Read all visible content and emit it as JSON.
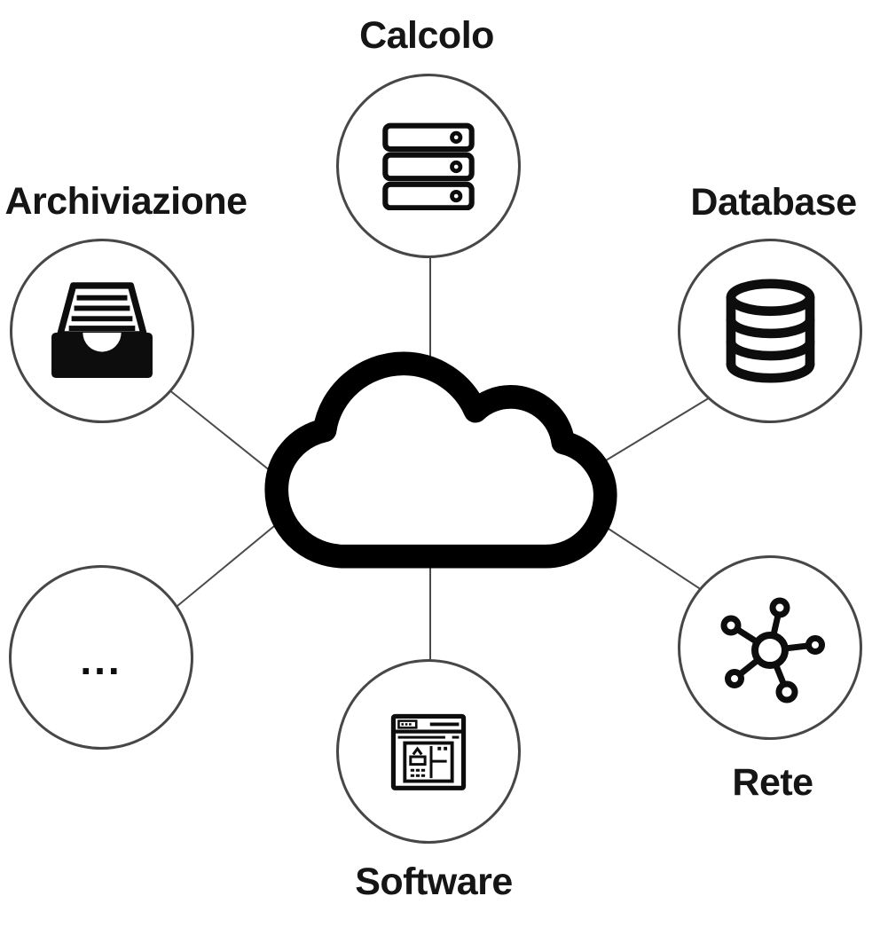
{
  "diagram": {
    "center": {
      "name": "cloud",
      "icon": "cloud-icon"
    },
    "nodes": [
      {
        "id": "calcolo",
        "label": "Calcolo",
        "icon": "server-icon"
      },
      {
        "id": "archiviazione",
        "label": "Archiviazione",
        "icon": "archive-icon"
      },
      {
        "id": "database",
        "label": "Database",
        "icon": "database-icon"
      },
      {
        "id": "rete",
        "label": "Rete",
        "icon": "network-icon"
      },
      {
        "id": "software",
        "label": "Software",
        "icon": "browser-icon"
      },
      {
        "id": "altro",
        "label": "...",
        "icon": "ellipsis-icon"
      }
    ],
    "colors": {
      "circle_stroke": "#474747",
      "connector": "#4a4a4a",
      "icon": "#0d0d0d",
      "text": "#151515",
      "background": "#ffffff"
    }
  }
}
